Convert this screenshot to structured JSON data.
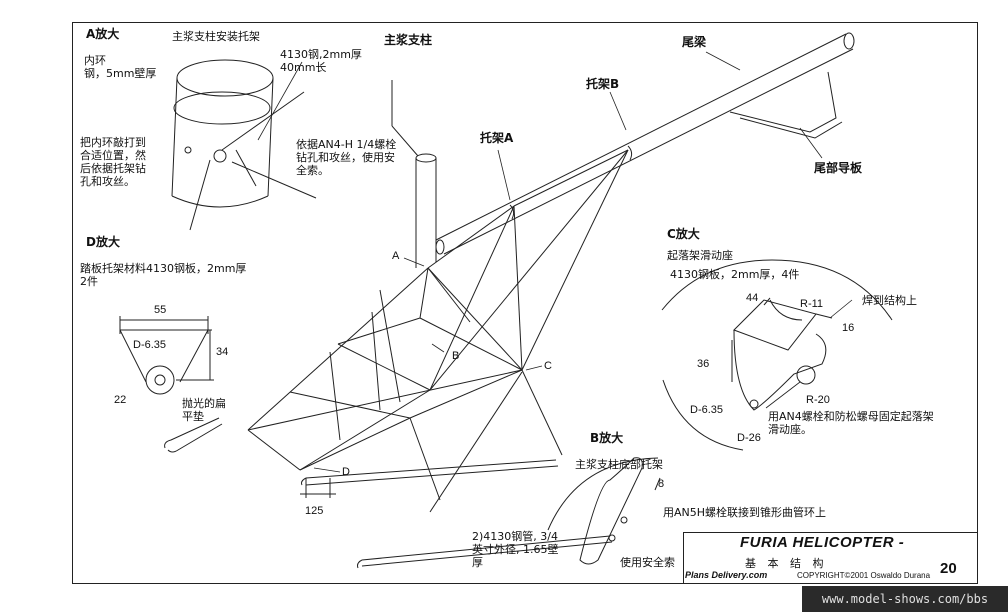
{
  "labels": {
    "a_enlarge": "A放大",
    "main_mast_mount": "主浆支柱安装托架",
    "inner_ring": "内环\n钢，5mm壁厚",
    "steel_4130": "4130钢,2mm厚\n40mm长",
    "main_mast": "主浆支柱",
    "tail_boom": "尾梁",
    "bracket_b": "托架B",
    "bracket_a": "托架A",
    "drill_tap_note": "把内环敲打到\n合适位置，然\n后依据托架钻\n孔和攻丝。",
    "an4_note": "依据AN4-H 1/4螺栓\n钻孔和攻丝，使用安\n全索。",
    "tail_guide": "尾部导板",
    "d_enlarge": "D放大",
    "pedal_bracket": "踏板托架材料4130钢板，2mm厚\n2件",
    "c_enlarge": "C放大",
    "skid_slide": "起落架滑动座",
    "c_plate": "4130钢板，2mm厚，4件",
    "weld_note": "焊到结构上",
    "an4_nut_note": "用AN4螺栓和防松螺母固定起落架\n滑动座。",
    "b_enlarge": "B放大",
    "mast_bottom": "主浆支柱底部托架",
    "an5h_note": "用AN5H螺栓联接到锥形曲管环上",
    "tube_note": "2)4130钢管, 3/4\n英寸外径, 1.65壁\n厚",
    "safety_wire": "使用安全索",
    "polished_washer": "抛光的扁\n平垫",
    "pt_a": "A",
    "pt_b": "B",
    "pt_c": "C",
    "pt_d": "D"
  },
  "dimensions": {
    "d55": "55",
    "d34": "34",
    "d635": "D-6.35",
    "d22": "22",
    "d125": "125",
    "c44": "44",
    "r11": "R-11",
    "c16": "16",
    "c36": "36",
    "r20": "R-20",
    "c635": "D-6.35",
    "d26": "D-26",
    "b8": "8"
  },
  "title_block": {
    "title": "FURIA HELICOPTER -",
    "subtitle": "基 本 结 构",
    "plans": "Plans Delivery.com",
    "copyright": "COPYRIGHT©2001 Oswaldo Durana",
    "page": "20"
  },
  "watermark": "www.model-shows.com/bbs"
}
